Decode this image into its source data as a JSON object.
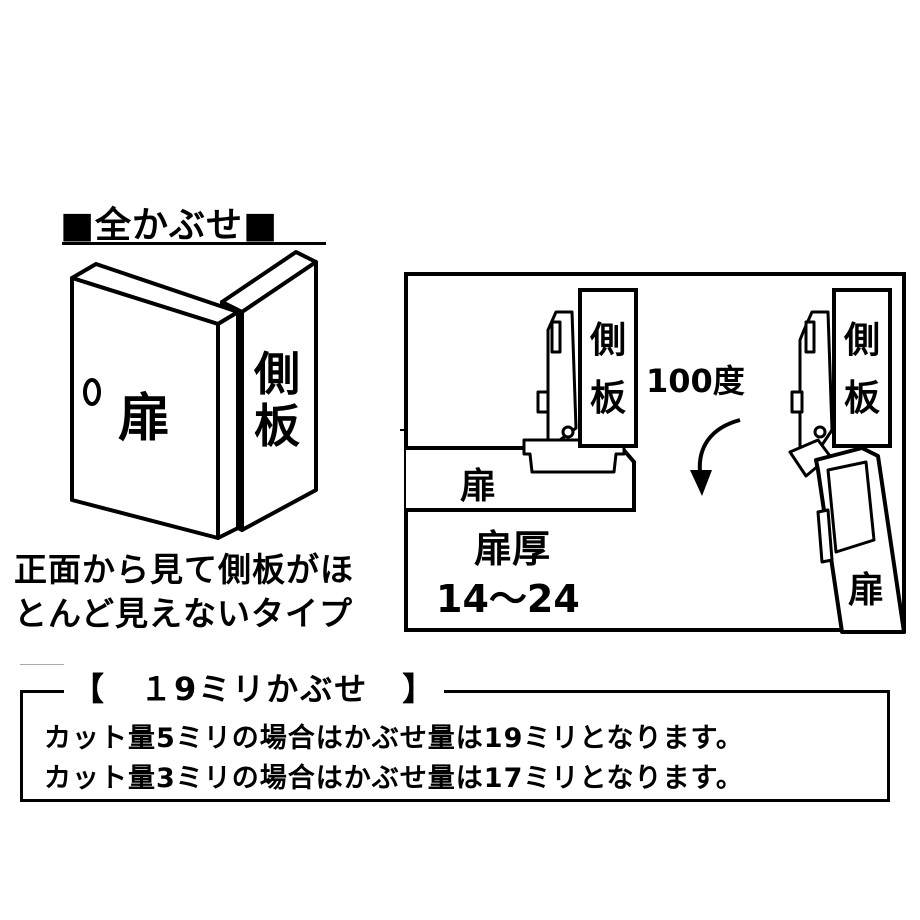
{
  "title": "■全かぶせ■",
  "left_diagram": {
    "door_label": "扉",
    "side_panel_label": "側板"
  },
  "caption": [
    "正面から見て側板がほ",
    "とんど見えないタイプ"
  ],
  "right_diagram": {
    "side_panel_label": "側板",
    "door_label": "扉",
    "angle_label": "100度",
    "thickness_label": "扉厚",
    "thickness_range": "14～24"
  },
  "note": {
    "heading": "【　１9ミリかぶせ　】",
    "lines": [
      "カット量5ミリの場合はかぶせ量は19ミリとなります。",
      "カット量3ミリの場合はかぶせ量は17ミリとなります。"
    ]
  }
}
